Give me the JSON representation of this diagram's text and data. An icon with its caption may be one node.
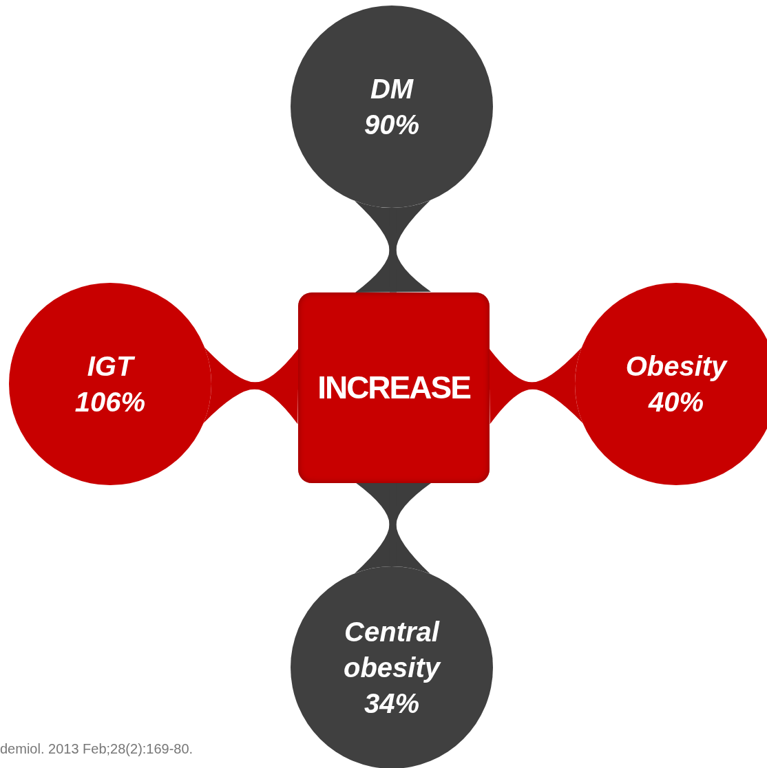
{
  "diagram": {
    "nodes": [
      {
        "text": [
          "INCREASE"
        ]
      },
      {
        "text": [
          "DM",
          "90%"
        ]
      },
      {
        "text": [
          "IGT",
          "106%"
        ]
      },
      {
        "text": [
          "Obesity",
          "40%"
        ]
      },
      {
        "text": [
          "Central obesity",
          "34%"
        ]
      }
    ],
    "edges": [
      {
        "from": 0,
        "to": 1,
        "arrow": "none",
        "color": "#3d3d3d"
      },
      {
        "from": 0,
        "to": 2,
        "arrow": "none",
        "color": "#c40000"
      },
      {
        "from": 0,
        "to": 3,
        "arrow": "none",
        "color": "#c40000"
      },
      {
        "from": 0,
        "to": 4,
        "arrow": "none",
        "color": "#3d3d3d"
      }
    ],
    "labels": [
      "demiol. 2013 Feb;28(2):169-80."
    ]
  }
}
